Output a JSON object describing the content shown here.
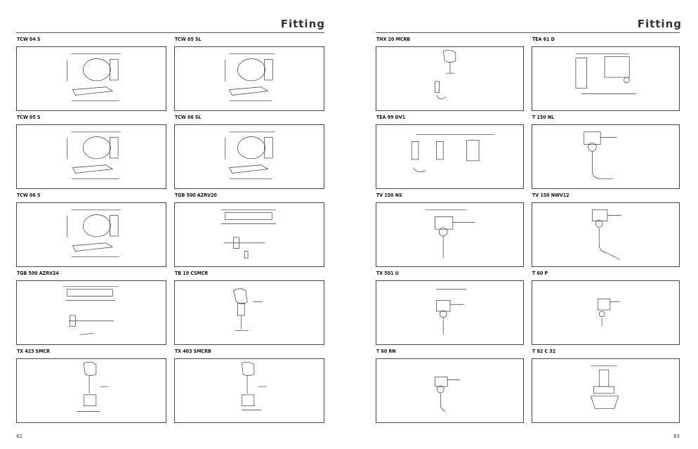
{
  "left_page": {
    "section_title": "Fitting",
    "page_number": "82",
    "products": [
      {
        "code": "TCW 04 S"
      },
      {
        "code": "TCW 05 SL"
      },
      {
        "code": "TCW 05 S"
      },
      {
        "code": "TCW 06 SL"
      },
      {
        "code": "TCW 06 S"
      },
      {
        "code": "TGB 500 AZRV20"
      },
      {
        "code": "TGB 500 AZRV24"
      },
      {
        "code": "TB 19 CSMCR"
      },
      {
        "code": "TX 423 SMCR"
      },
      {
        "code": "TX 403 SMCRB"
      }
    ]
  },
  "right_page": {
    "section_title": "Fitting",
    "page_number": "83",
    "products": [
      {
        "code": "THX 20 MCRB"
      },
      {
        "code": "TEA 61 D"
      },
      {
        "code": "TEA 99 DV1"
      },
      {
        "code": "T 150 NL"
      },
      {
        "code": "TV 150 NS"
      },
      {
        "code": "TV 150 NWV12"
      },
      {
        "code": "TX 501 U"
      },
      {
        "code": "T 60 P"
      },
      {
        "code": "T 60 RN"
      },
      {
        "code": "T 82 C 32"
      }
    ]
  }
}
